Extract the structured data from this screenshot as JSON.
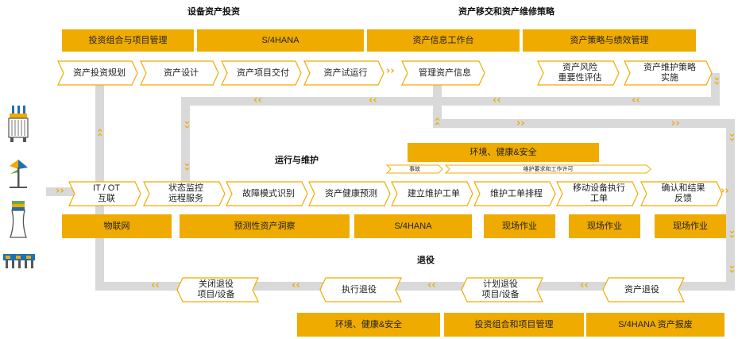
{
  "sections": {
    "investment": "设备资产投资",
    "transfer": "资产移交和资产维修策略",
    "operation": "运行与维护",
    "retire": "退役"
  },
  "top_systems": [
    "投资组合与项目管理",
    "S/4HANA",
    "资产信息工作台",
    "资产策略与绩效管理"
  ],
  "top_steps": [
    "资产投资规划",
    "资产设计",
    "资产项目交付",
    "资产试运行",
    "管理资产信息",
    "资产风险\n重要性评估",
    "资产维护策略\n实施"
  ],
  "ehs_top": "环境、健康&安全",
  "sub_flows": [
    "事故",
    "维护要求和工作许可"
  ],
  "mid_steps": [
    "IT / OT\n互联",
    "状态监控\n远程服务",
    "故障模式识别",
    "资产健康预测",
    "建立维护工单",
    "维护工单排程",
    "移动设备执行\n工单",
    "确认和结果\n反馈"
  ],
  "mid_systems": [
    "物联网",
    "预测性资产洞察",
    "S/4HANA",
    "现场作业",
    "现场作业",
    "现场作业"
  ],
  "retire_steps": [
    "关闭退役\n项目/设备",
    "执行退役",
    "计划退役\n项目/设备",
    "资产退役"
  ],
  "bottom_systems": [
    "环境、健康&安全",
    "投资组合和项目管理",
    "S/4HANA 资产报废"
  ],
  "icons": [
    "transformer-icon",
    "wind-turbine-icon",
    "cooling-tower-icon",
    "pipeline-icon"
  ],
  "colors": {
    "accent": "#f0ab00",
    "track": "#d9d9d9",
    "chevron_border": "#f0ab00"
  }
}
